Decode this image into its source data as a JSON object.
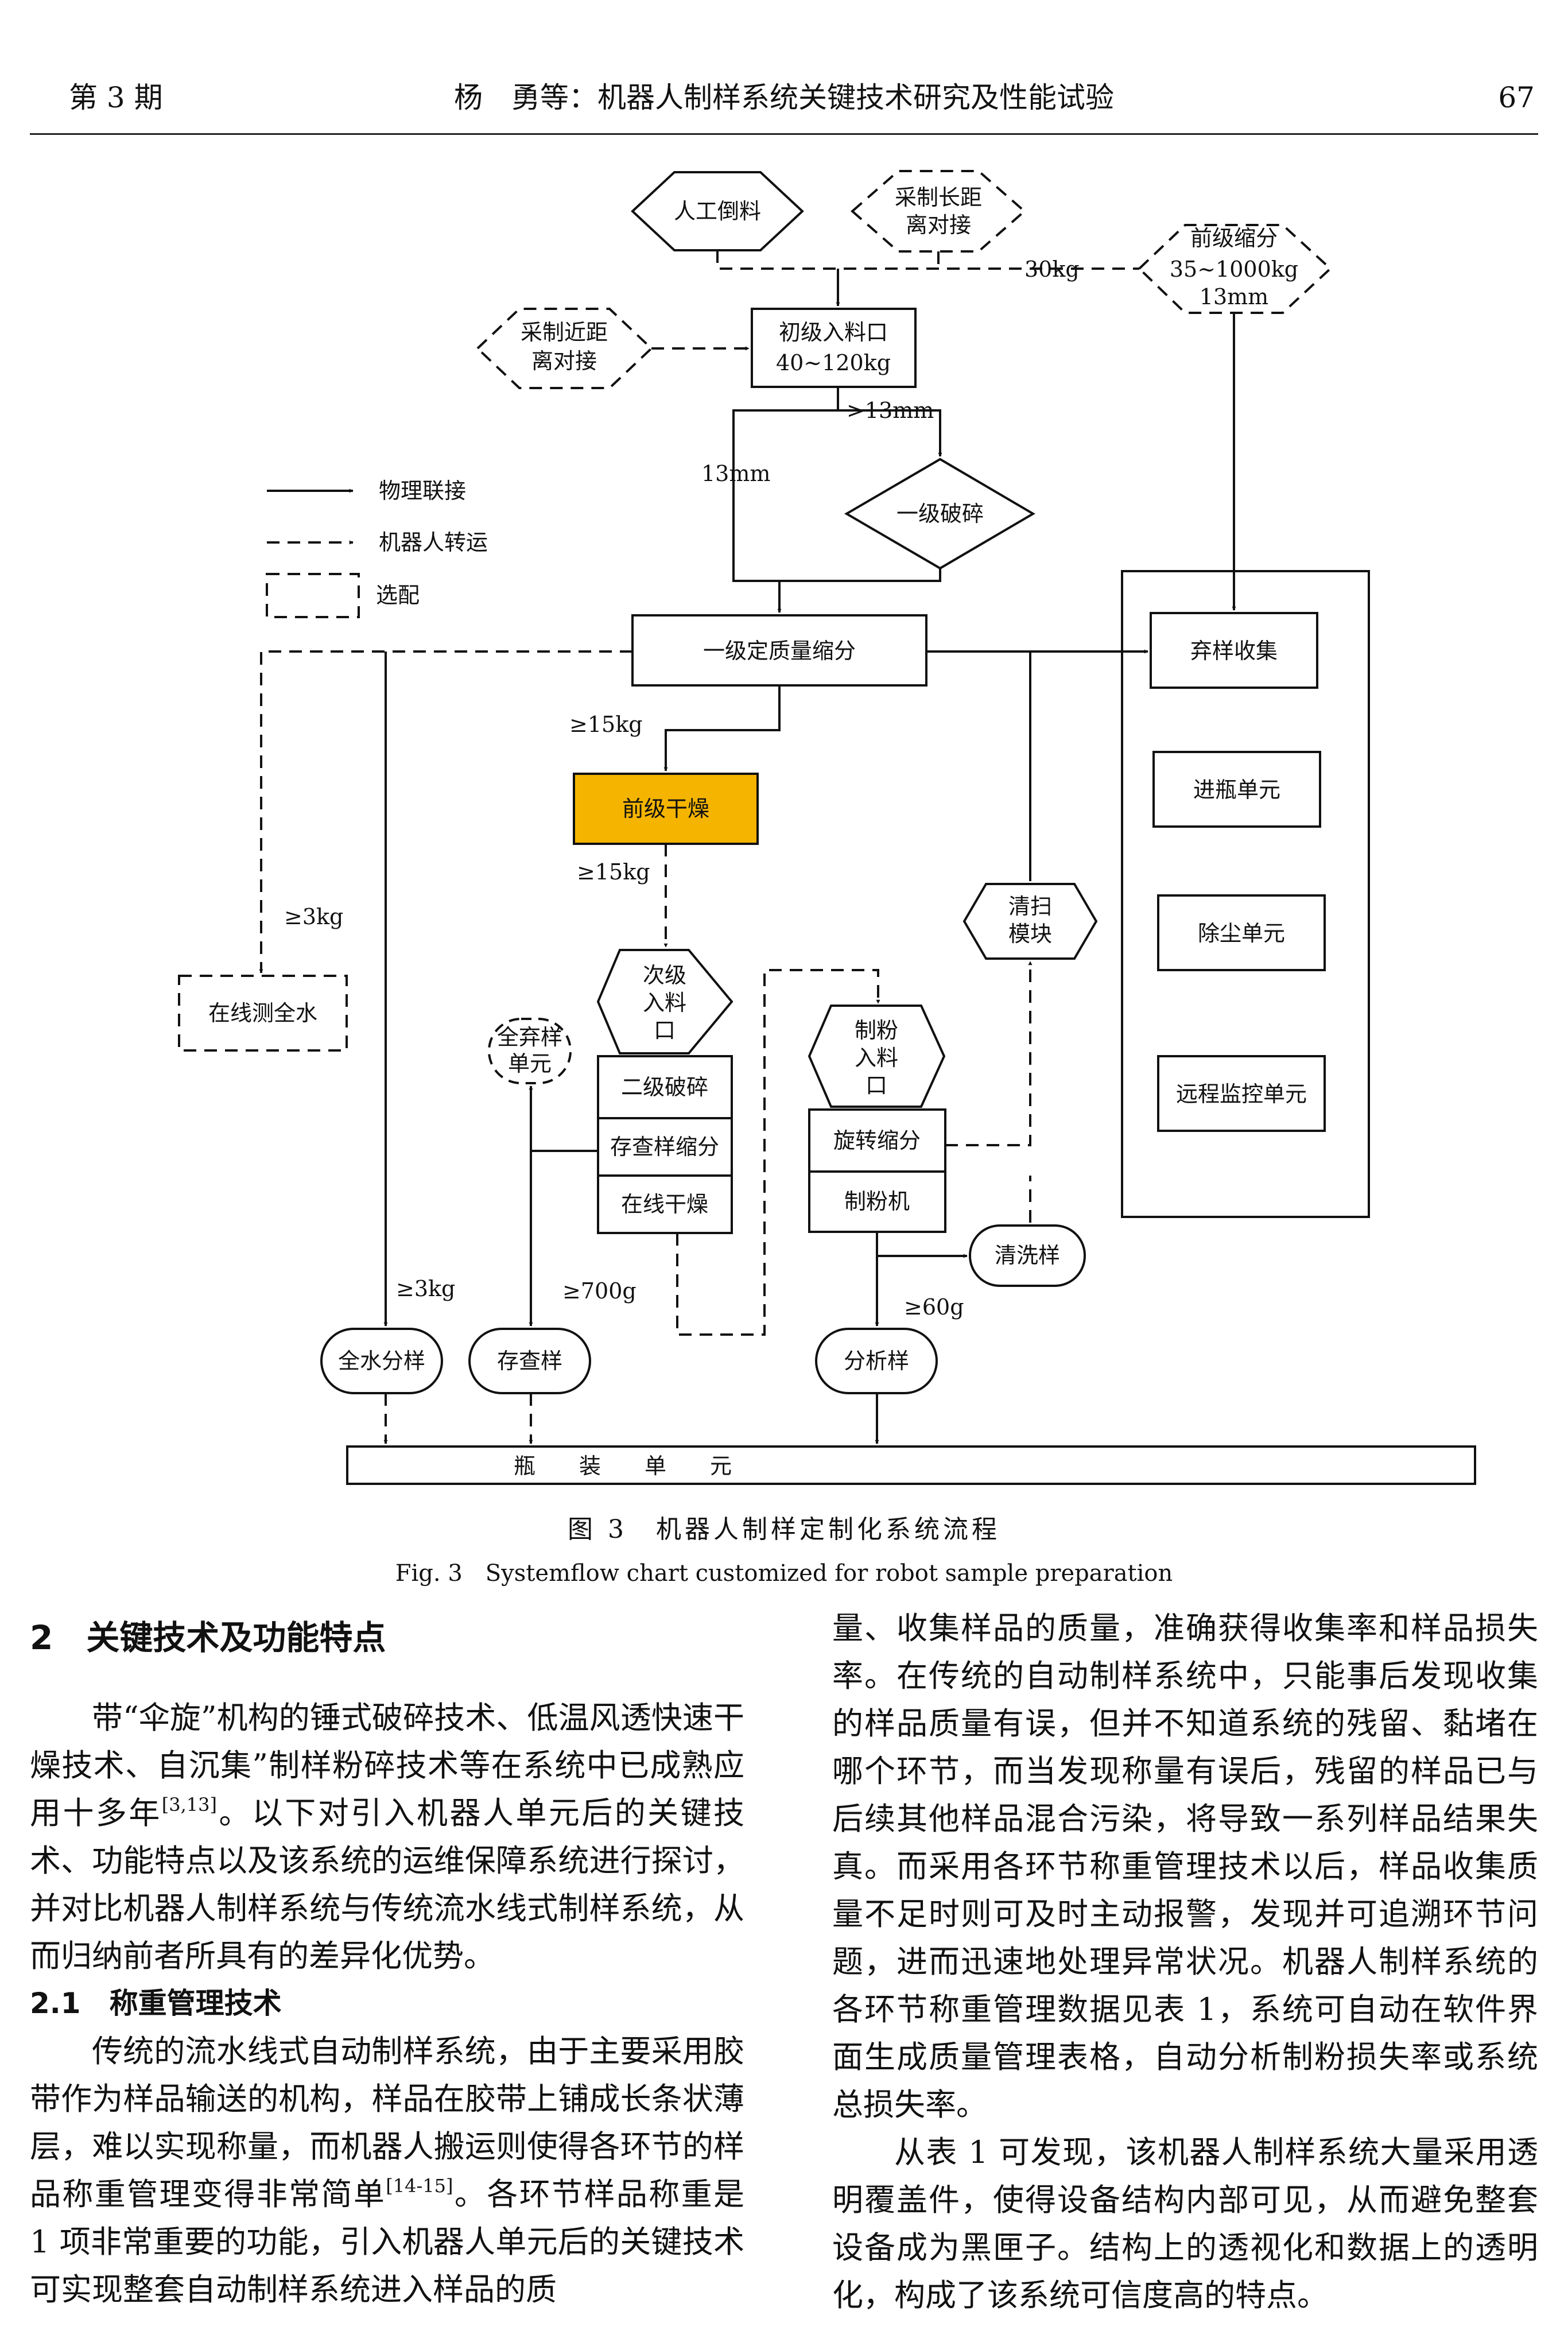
{
  "header": {
    "issue": "第 3 期",
    "title": "杨　勇等：机器人制样系统关键技术研究及性能试验",
    "page": "67"
  },
  "figure": {
    "caption_zh": "图 3　机器人制样定制化系统流程",
    "caption_en": "Fig. 3　Systemflow chart customized for robot sample preparation",
    "nodes": {
      "manual_pour": "人工倒料",
      "long_dock_1": "采制长距",
      "long_dock_2": "离对接",
      "pre_div_1": "前级缩分",
      "pre_div_2": "35~1000kg",
      "pre_div_3": "13mm",
      "near_dock_1": "采制近距",
      "near_dock_2": "离对接",
      "inlet_1": "初级入料口",
      "inlet_2": "40~120kg",
      "crush1": "一级破碎",
      "div1": "一级定质量缩分",
      "predry": "前级干燥",
      "online_moist": "在线测全水",
      "sec_inlet_1": "次级",
      "sec_inlet_2": "入料",
      "sec_inlet_3": "口",
      "discard_all_1": "全弃样",
      "discard_all_2": "单元",
      "crush2": "二级破碎",
      "reserve_div": "存查样缩分",
      "online_dry": "在线干燥",
      "powder_inlet_1": "制粉",
      "powder_inlet_2": "入料",
      "powder_inlet_3": "口",
      "rot_div": "旋转缩分",
      "mill": "制粉机",
      "sweep_1": "清扫",
      "sweep_2": "模块",
      "wash": "清洗样",
      "moist_sample": "全水分样",
      "reserve_sample": "存查样",
      "analysis_sample": "分析样",
      "bottling": "瓶　　装　　单　　元",
      "discard_collect": "弃样收集",
      "bottle_unit": "进瓶单元",
      "dust_unit": "除尘单元",
      "remote_unit": "远程监控单元"
    },
    "labels": {
      "kg30": "30kg",
      "gt13": ">13mm",
      "mm13": "13mm",
      "kg15a": "≥15kg",
      "kg15b": "≥15kg",
      "kg3a": "≥3kg",
      "kg3b": "≥3kg",
      "g700": "≥700g",
      "g60": "≥60g"
    },
    "legend": {
      "physical": "物理联接",
      "robot": "机器人转运",
      "optional": "选配"
    },
    "colors": {
      "predry_fill": "#f5b400",
      "line": "#111111"
    }
  },
  "body": {
    "section_title": "2　关键技术及功能特点",
    "p1_a": "带“伞旋”机构的锤式破碎技术、低温风透快速干燥技术、自沉集”制样粉碎技术等在系统中已成熟应用十多年",
    "p1_ref": "[3,13]",
    "p1_b": "。以下对引入机器人单元后的关键技术、功能特点以及该系统的运维保障系统进行探讨，并对比机器人制样系统与传统流水线式制样系统，从而归纳前者所具有的差异化优势。",
    "subsection_title": "2.1　称重管理技术",
    "p2_a": "传统的流水线式自动制样系统，由于主要采用胶带作为样品输送的机构，样品在胶带上铺成长条状薄层，难以实现称量，而机器人搬运则使得各环节的样品称重管理变得非常简单",
    "p2_ref": "[14-15]",
    "p2_b": "。各环节样品称重是 1 项非常重要的功能，引入机器人单元后的关键技术可实现整套自动制样系统进入样品的质",
    "p3": "量、收集样品的质量，准确获得收集率和样品损失率。在传统的自动制样系统中，只能事后发现收集的样品质量有误，但并不知道系统的残留、黏堵在哪个环节，而当发现称量有误后，残留的样品已与后续其他样品混合污染，将导致一系列样品结果失真。而采用各环节称重管理技术以后，样品收集质量不足时则可及时主动报警，发现并可追溯环节问题，进而迅速地处理异常状况。机器人制样系统的各环节称重管理数据见表 1，系统可自动在软件界面生成质量管理表格，自动分析制粉损失率或系统总损失率。",
    "p4": "从表 1 可发现，该机器人制样系统大量采用透明覆盖件，使得设备结构内部可见，从而避免整套设备成为黑匣子。结构上的透视化和数据上的透明化，构成了该系统可信度高的特点。"
  }
}
